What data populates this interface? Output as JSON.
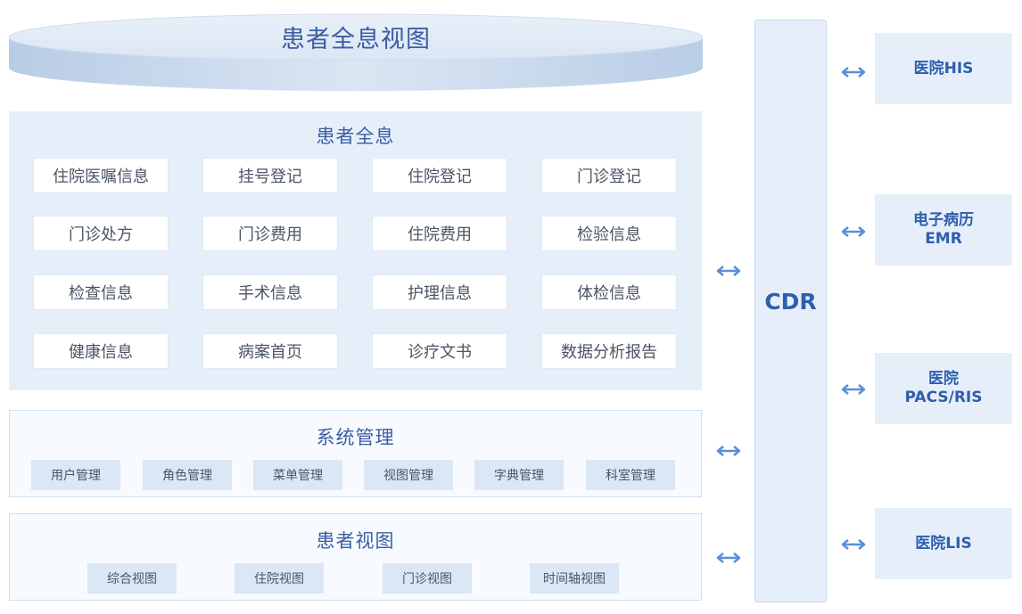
{
  "header": {
    "title": "患者全息视图"
  },
  "panels": {
    "quanxi": {
      "title": "患者全息",
      "items": [
        "住院医嘱信息",
        "挂号登记",
        "住院登记",
        "门诊登记",
        "门诊处方",
        "门诊费用",
        "住院费用",
        "检验信息",
        "检查信息",
        "手术信息",
        "护理信息",
        "体检信息",
        "健康信息",
        "病案首页",
        "诊疗文书",
        "数据分析报告"
      ]
    },
    "system": {
      "title": "系统管理",
      "items": [
        "用户管理",
        "角色管理",
        "菜单管理",
        "视图管理",
        "字典管理",
        "科室管理"
      ]
    },
    "views": {
      "title": "患者视图",
      "items": [
        "综合视图",
        "住院视图",
        "门诊视图",
        "时间轴视图"
      ]
    }
  },
  "cdr": {
    "label": "CDR"
  },
  "systems": [
    {
      "line1": "医院HIS",
      "line2": ""
    },
    {
      "line1": "电子病历",
      "line2": "EMR"
    },
    {
      "line1": "医院",
      "line2": "PACS/RIS"
    },
    {
      "line1": "医院LIS",
      "line2": ""
    }
  ],
  "colors": {
    "accent": "#3a5ea4",
    "cdr_text": "#2e5eae",
    "panel_bg": "#e6eff9",
    "arrow": "#5a8ed6"
  }
}
